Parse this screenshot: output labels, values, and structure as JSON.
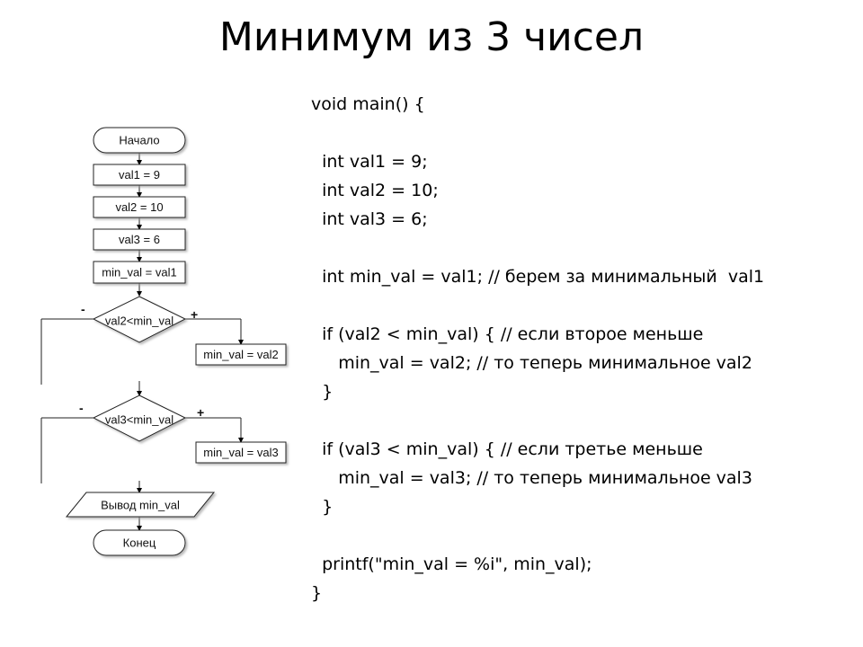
{
  "slide": {
    "title": "Минимум из 3 чисел"
  },
  "flowchart": {
    "start": "Начало",
    "assign_val1": "val1 = 9",
    "assign_val2": "val2 = 10",
    "assign_val3": "val3 = 6",
    "assign_min": "min_val = val1",
    "decision1": "val2<min_val",
    "decision1_no": "-",
    "decision1_yes": "+",
    "assign_min_val2": "min_val = val2",
    "decision2": "val3<min_val",
    "decision2_no": "-",
    "decision2_yes": "+",
    "assign_min_val3": "min_val = val3",
    "output": "Вывод min_val",
    "end": "Конец"
  },
  "code": {
    "lines": [
      "void main() {",
      "",
      "  int val1 = 9;",
      "  int val2 = 10;",
      "  int val3 = 6;",
      "",
      "  int min_val = val1; // берем за минимальный  val1",
      "",
      "  if (val2 < min_val) { // если второе меньше",
      "     min_val = val2; // то теперь минимальное val2",
      "  }",
      "",
      "  if (val3 < min_val) { // если третье меньше",
      "     min_val = val3; // то теперь минимальное val3",
      "  }",
      "",
      "  printf(\"min_val = %i\", min_val);",
      "}"
    ]
  }
}
